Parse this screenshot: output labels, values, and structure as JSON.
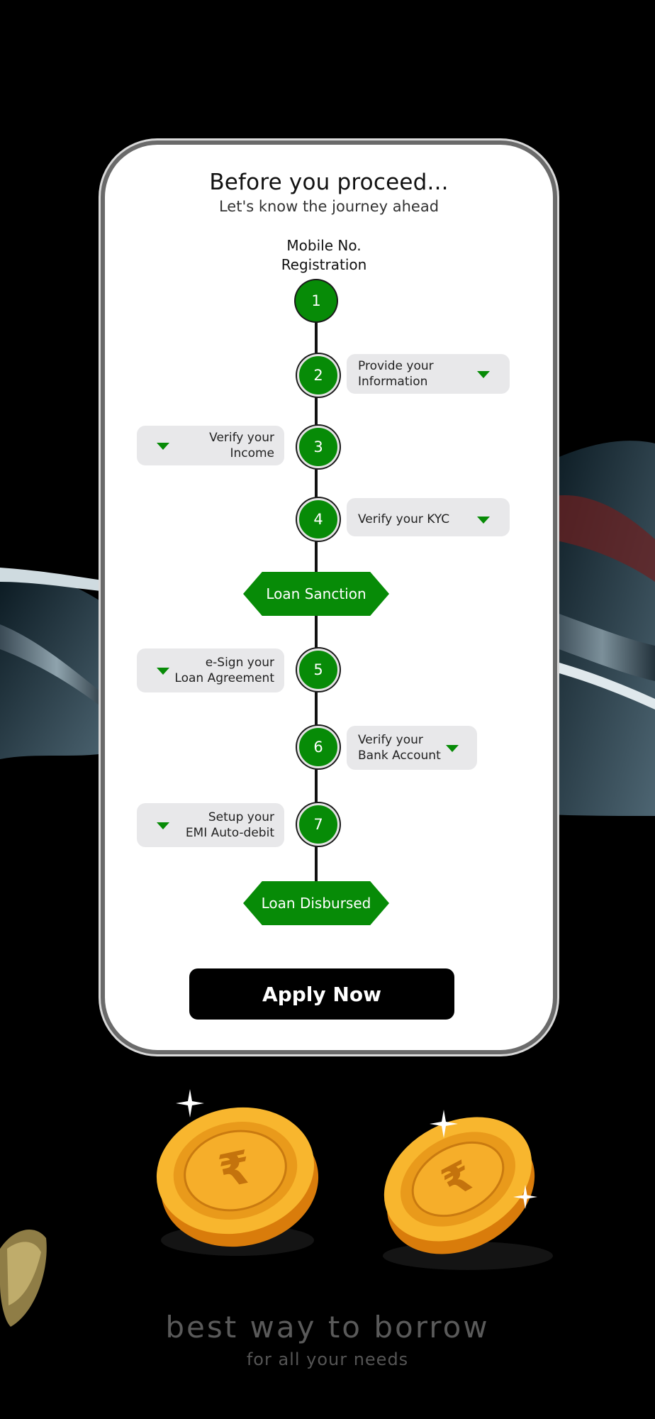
{
  "header": {
    "title": "Before you proceed...",
    "subtitle": "Let's know the journey ahead"
  },
  "first_step": {
    "line1": "Mobile No.",
    "line2": "Registration",
    "number": "1"
  },
  "steps": [
    {
      "number": "2",
      "line1": "Provide your",
      "line2": "Information",
      "side": "right"
    },
    {
      "number": "3",
      "line1": "Verify your",
      "line2": "Income",
      "side": "left"
    },
    {
      "number": "4",
      "line1": "Verify your KYC",
      "line2": "",
      "side": "right"
    },
    {
      "number": "5",
      "line1": "e-Sign your",
      "line2": "Loan Agreement",
      "side": "left"
    },
    {
      "number": "6",
      "line1": "Verify your",
      "line2": "Bank Account",
      "side": "right"
    },
    {
      "number": "7",
      "line1": "Setup your",
      "line2": "EMI Auto-debit",
      "side": "left"
    }
  ],
  "milestones": {
    "sanction": "Loan Sanction",
    "disbursed": "Loan Disbursed"
  },
  "apply_button": "Apply Now",
  "tagline": {
    "main": "best way to borrow",
    "sub": "for all your needs"
  },
  "colors": {
    "accent_green": "#078b07",
    "card_bg": "#e8e8ea",
    "background": "#000000",
    "coin_gold": "#f5a623"
  },
  "icons": [
    "chevron-down-icon",
    "rupee-coin-icon",
    "sparkle-icon"
  ]
}
